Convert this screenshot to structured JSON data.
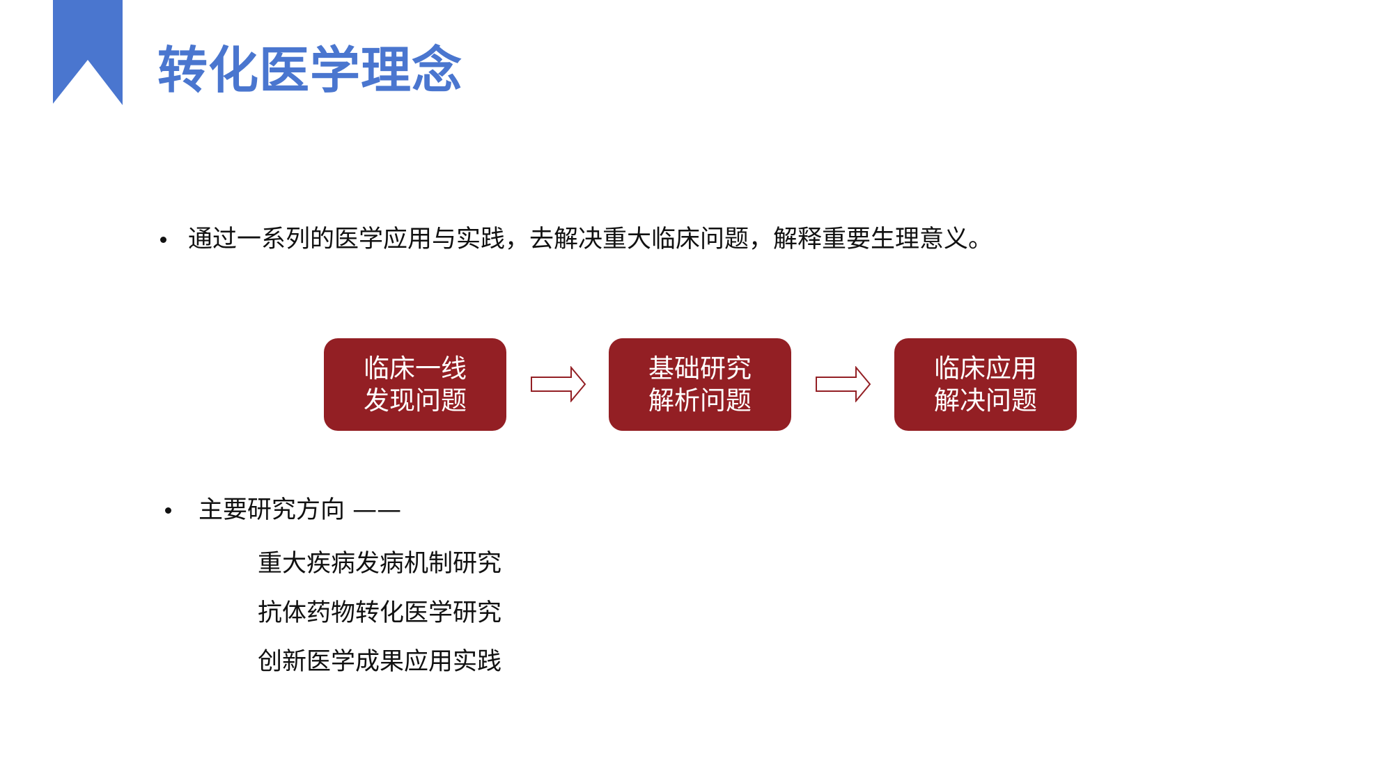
{
  "colors": {
    "accent_blue": "#4a76cf",
    "box_red": "#931f24"
  },
  "title": "转化医学理念",
  "bullet1": "通过一系列的医学应用与实践，去解决重大临床问题，解释重要生理意义。",
  "flow": [
    {
      "line1": "临床一线",
      "line2": "发现问题"
    },
    {
      "line1": "基础研究",
      "line2": "解析问题"
    },
    {
      "line1": "临床应用",
      "line2": "解决问题"
    }
  ],
  "bullet2": "主要研究方向 ——",
  "directions": [
    "重大疾病发病机制研究",
    "抗体药物转化医学研究",
    "创新医学成果应用实践"
  ]
}
